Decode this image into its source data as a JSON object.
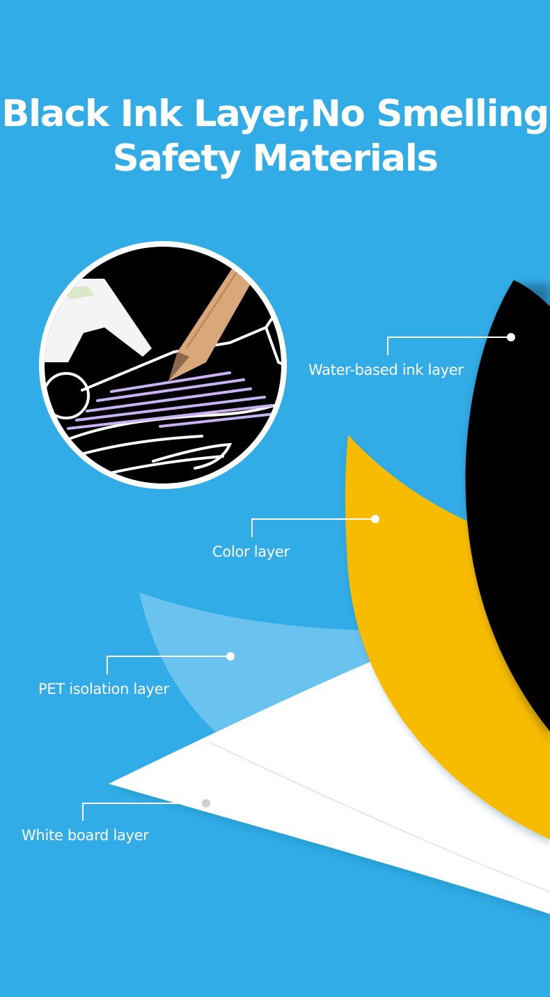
{
  "headline": {
    "line1": "Black Ink Layer,No Smelling",
    "line2": "Safety Materials"
  },
  "layers": [
    {
      "label": "Water-based ink layer",
      "color": "#000000"
    },
    {
      "label": "Color layer",
      "color": "#f7bc00"
    },
    {
      "label": "PET isolation layer",
      "color": "#6ac3ee"
    },
    {
      "label": "White board layer",
      "color": "#ffffff"
    }
  ],
  "colors": {
    "background": "#32ace6",
    "leader_line": "#ffffff",
    "white_board_dot": "#d0d0d0",
    "drawn_lines": "#ffffff",
    "pencil_stroke": "#c6b3f0",
    "pencil_wood": "#d9a87a",
    "scratch_board": "#000000"
  },
  "magnifier": {
    "contents": "scratch-art-board-with-wooden-stylus"
  }
}
